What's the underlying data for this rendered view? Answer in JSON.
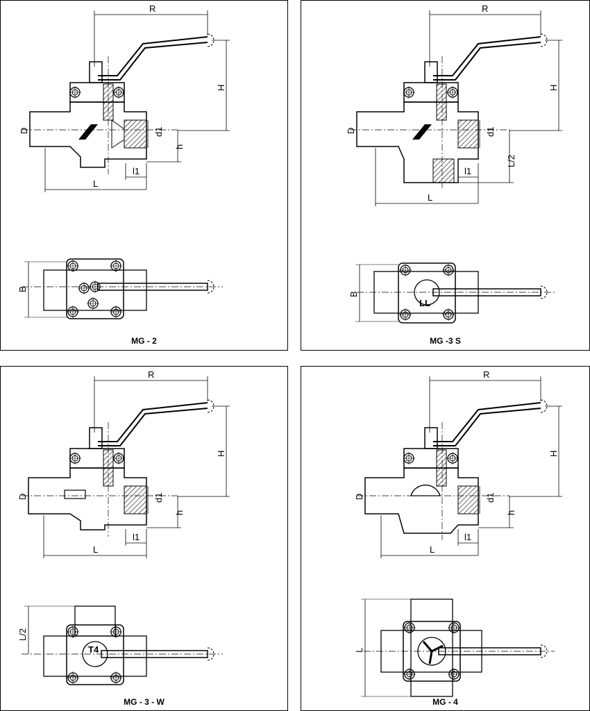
{
  "panels": [
    {
      "caption": "MG - 2",
      "variant": "2",
      "labels": {
        "R": "R",
        "H": "H",
        "D": "D",
        "d1": "d1",
        "h": "h",
        "l1": "l1",
        "L": "L",
        "B": "B"
      }
    },
    {
      "caption": "MG -3 S",
      "variant": "3s",
      "labels": {
        "R": "R",
        "H": "H",
        "D": "D",
        "d1": "d1",
        "L2": "L/2",
        "l1": "l1",
        "L": "L",
        "B": "B",
        "port": "LL"
      }
    },
    {
      "caption": "MG - 3 - W",
      "variant": "3w",
      "labels": {
        "R": "R",
        "H": "H",
        "D": "D",
        "d1": "d1",
        "h": "h",
        "l1": "l1",
        "L": "L",
        "L2": "L/2",
        "port": "T4"
      }
    },
    {
      "caption": "MG - 4",
      "variant": "4",
      "labels": {
        "R": "R",
        "H": "H",
        "D": "D",
        "d1": "d1",
        "h": "h",
        "l1": "l1",
        "L": "L",
        "Lside": "L"
      }
    }
  ],
  "colors": {
    "line": "#000000",
    "hatch": "#000000",
    "background": "#ffffff"
  }
}
